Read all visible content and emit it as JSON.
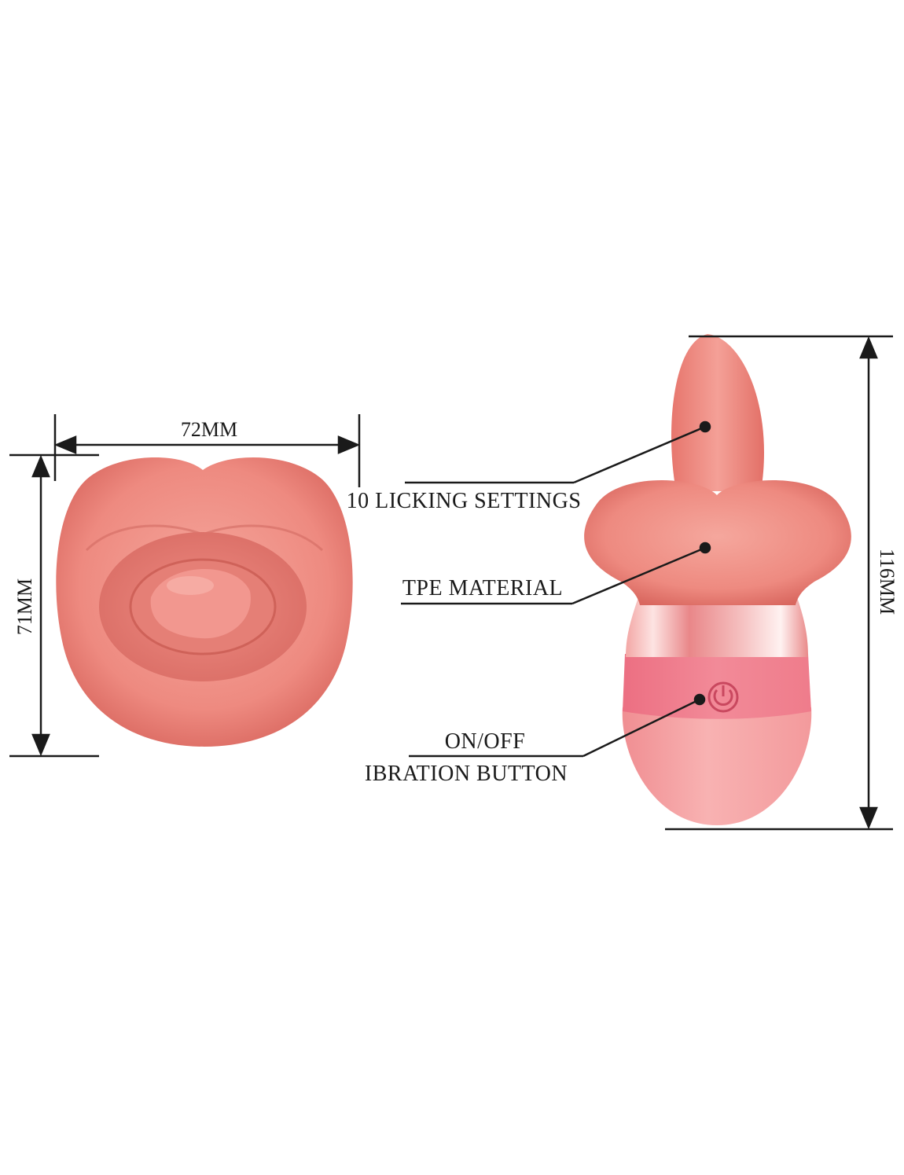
{
  "dimensions": {
    "width": "72MM",
    "height_front": "71MM",
    "height_side": "116MM"
  },
  "callouts": {
    "licking": "10 LICKING SETTINGS",
    "material": "TPE MATERIAL",
    "button_line1": "ON/OFF",
    "button_line2": "IBRATION BUTTON"
  },
  "colors": {
    "lip": "#ef8f86",
    "lip_dark": "#d9675f",
    "band": "#f07f8d",
    "handle": "#f6a2a3",
    "line": "#1a1a1a"
  },
  "icons": [
    "power-icon"
  ]
}
